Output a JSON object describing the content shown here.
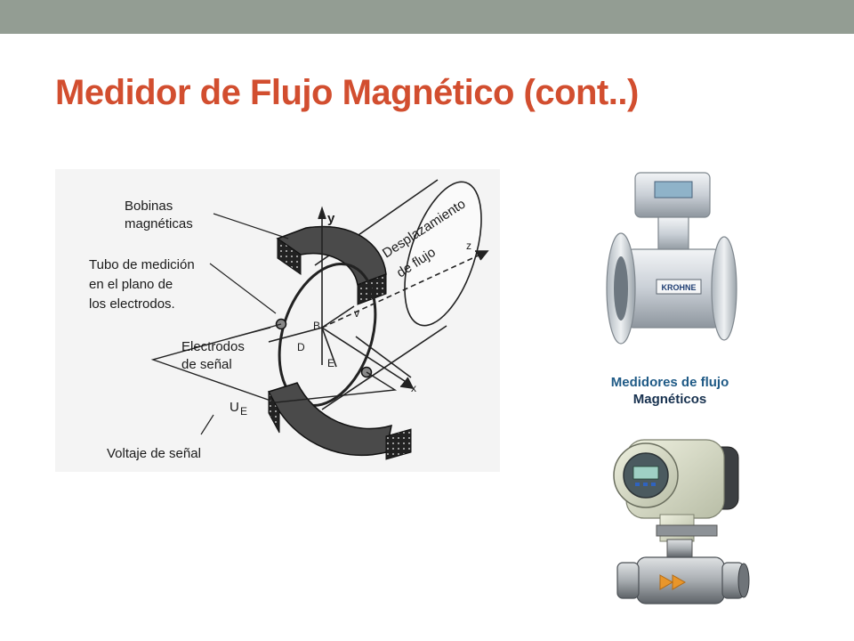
{
  "slide": {
    "title": "Medidor de Flujo Magnético (cont..)"
  },
  "diagram": {
    "labels": {
      "bobinas_line1": "Bobinas",
      "bobinas_line2": "magnéticas",
      "tubo_line1": "Tubo de medición",
      "tubo_line2": "en el plano de",
      "tubo_line3": "los electrodos.",
      "electrodos_line1": "Electrodos",
      "electrodos_line2": "de señal",
      "voltaje": "Voltaje de señal",
      "desplazamiento_line1": "Desplazamiento",
      "desplazamiento_line2": "de flujo",
      "voltage_symbol": "U",
      "voltage_subscript": "E",
      "axis_y": "y",
      "axis_z": "z",
      "axis_x": "x",
      "vec_b": "B",
      "vec_d": "D",
      "vec_v": "v",
      "vec_e": "E"
    }
  },
  "meter1": {
    "brand": "KROHNE"
  },
  "caption": {
    "line1": "Medidores de flujo",
    "line2": "Magnéticos"
  },
  "colors": {
    "topbar": "#939d93",
    "title": "#d24e2f",
    "caption": "#1f5a86"
  }
}
